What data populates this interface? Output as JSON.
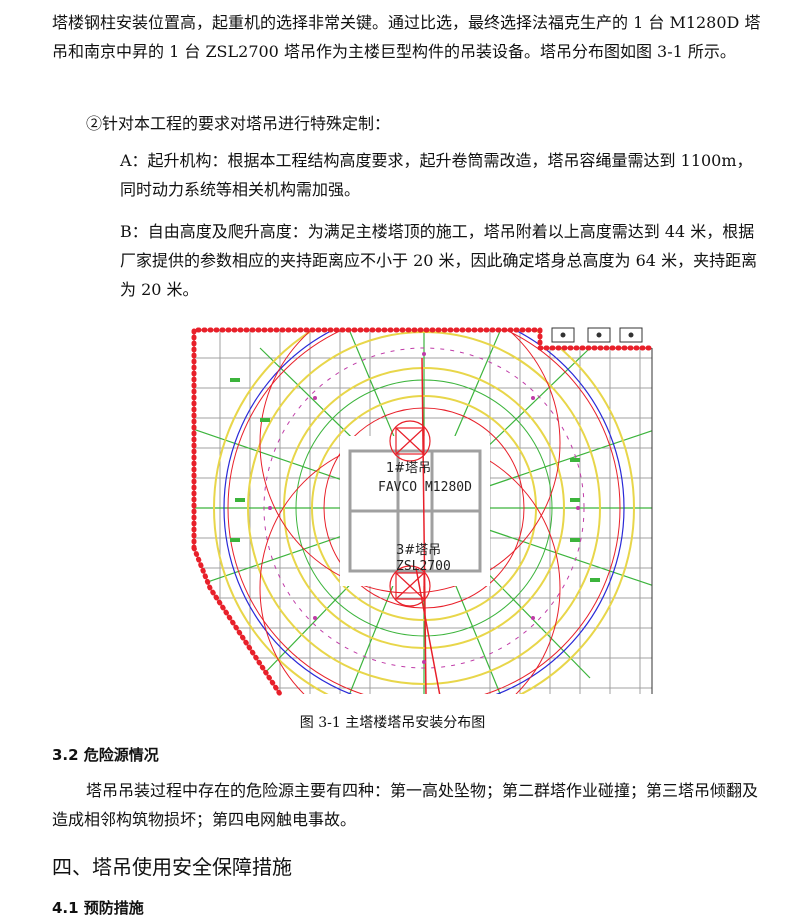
{
  "doc": {
    "para1": "塔楼钢柱安装位置高，起重机的选择非常关键。通过比选，最终选择法福克生产的 1 台 M1280D 塔吊和南京中昇的 1 台 ZSL2700 塔吊作为主楼巨型构件的吊装设备。塔吊分布图如图 3-1 所示。",
    "para2": "②针对本工程的要求对塔吊进行特殊定制：",
    "para3": "A：起升机构：根据本工程结构高度要求，起升卷筒需改造，塔吊容绳量需达到 1100m，同时动力系统等相关机构需加强。",
    "para4": "B：自由高度及爬升高度：为满足主楼塔顶的施工，塔吊附着以上高度需达到 44 米，根据厂家提供的参数相应的夹持距离应不小于 20 米，因此确定塔身总高度为 64 米，夹持距离为 20 米。",
    "figure": {
      "label1": "1#塔吊",
      "label2": "FAVCO M1280D",
      "label3": "3#塔吊",
      "label4": "ZSL2700",
      "caption": "图 3-1  主塔楼塔吊安装分布图"
    },
    "section32_title": "3.2  危险源情况",
    "para5": "塔吊吊装过程中存在的危险源主要有四种：第一高处坠物；第二群塔作业碰撞；第三塔吊倾翻及造成相邻构筑物损坏；第四电网触电事故。",
    "section4_title": "四、塔吊使用安全保障措施",
    "section41_title": "4.1  预防措施"
  },
  "colors": {
    "red": "#e8202a",
    "yellow": "#e8d64a",
    "green": "#3cb43c",
    "blue": "#2a2ad8",
    "magenta": "#c03ca8",
    "gray": "#a0a0a0"
  }
}
